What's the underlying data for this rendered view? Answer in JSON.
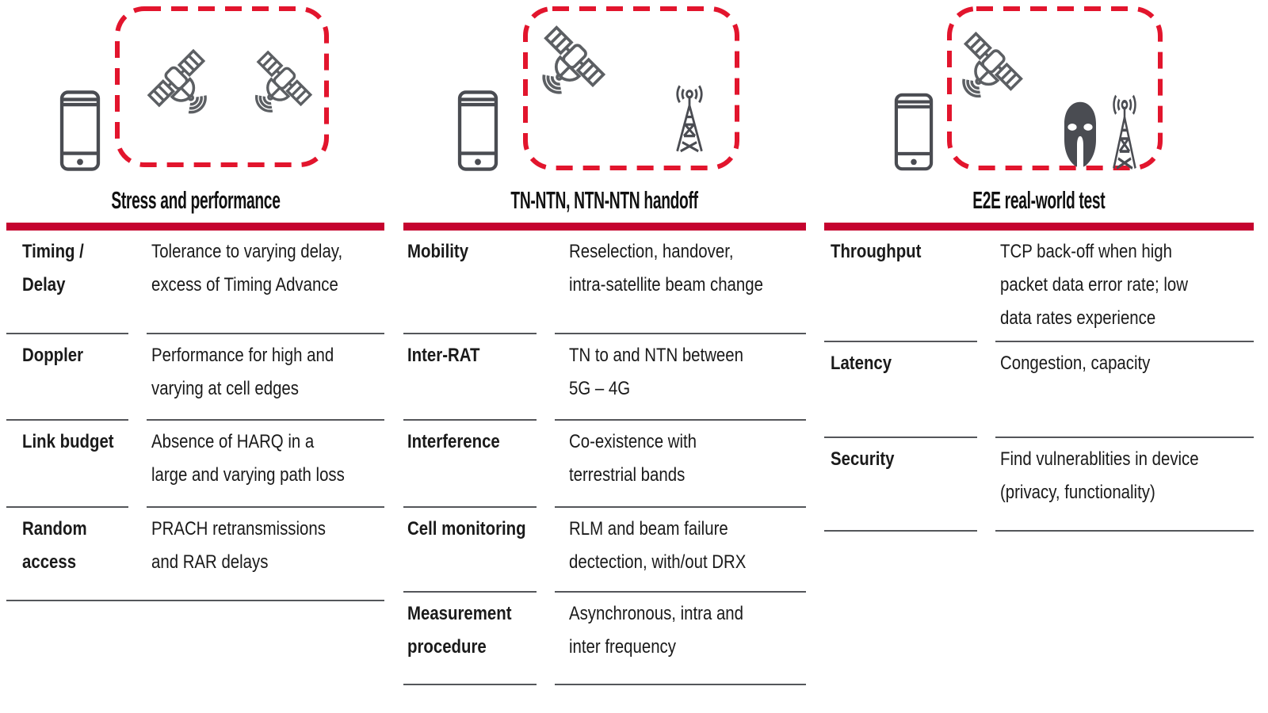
{
  "colors": {
    "bar_red": "#C5032F",
    "dash_red": "#E2152D",
    "text": "#1A1A1A",
    "line_gray": "#54565A",
    "icon_dark": "#4A4C52",
    "icon_mid": "#5C5F63"
  },
  "columns": [
    {
      "title": "Stress and performance",
      "icons": [
        "smartphone-icon",
        "satellite-icon",
        "satellite-icon",
        "dashed-coverage-box"
      ],
      "rows": [
        {
          "term": [
            "Timing /",
            "Delay"
          ],
          "desc": [
            "Tolerance to varying delay,",
            "excess of Timing Advance"
          ]
        },
        {
          "term": [
            "Doppler"
          ],
          "desc": [
            "Performance for high and",
            "varying at cell edges"
          ]
        },
        {
          "term": [
            "Link budget"
          ],
          "desc": [
            "Absence of HARQ in a",
            "large and varying path loss"
          ]
        },
        {
          "term": [
            "Random",
            "access"
          ],
          "desc": [
            "PRACH retransmissions",
            "and RAR delays"
          ]
        }
      ]
    },
    {
      "title": "TN-NTN, NTN-NTN handoff",
      "icons": [
        "smartphone-icon",
        "satellite-icon",
        "cell-tower-icon",
        "dashed-coverage-box"
      ],
      "rows": [
        {
          "term": [
            "Mobility"
          ],
          "desc": [
            "Reselection, handover,",
            "intra-satellite beam change"
          ]
        },
        {
          "term": [
            "Inter-RAT"
          ],
          "desc": [
            "TN to and NTN between",
            "5G – 4G"
          ]
        },
        {
          "term": [
            "Interference"
          ],
          "desc": [
            "Co-existence with",
            "terrestrial bands"
          ]
        },
        {
          "term": [
            "Cell monitoring"
          ],
          "desc": [
            "RLM and beam failure",
            "dectection, with/out DRX"
          ]
        },
        {
          "term": [
            "Measurement",
            "procedure"
          ],
          "desc": [
            "Asynchronous, intra and",
            "inter frequency"
          ]
        }
      ]
    },
    {
      "title": "E2E real-world test",
      "icons": [
        "smartphone-icon",
        "satellite-icon",
        "spartan-helmet-icon",
        "cell-tower-icon",
        "dashed-coverage-box"
      ],
      "rows": [
        {
          "term": [
            "Throughput"
          ],
          "desc": [
            "TCP back-off when high",
            "packet data error rate; low",
            "data rates experience"
          ]
        },
        {
          "term": [
            "Latency"
          ],
          "desc": [
            "Congestion, capacity"
          ]
        },
        {
          "term": [
            "Security"
          ],
          "desc": [
            "Find vulnerablities in device",
            "(privacy, functionality)"
          ]
        }
      ]
    }
  ]
}
